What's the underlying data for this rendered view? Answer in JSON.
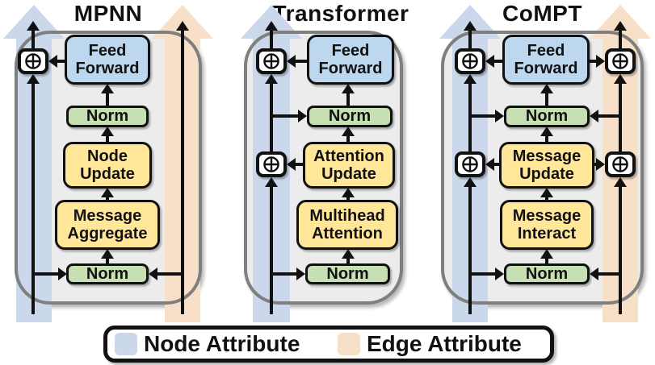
{
  "columns": [
    {
      "title": "MPNN",
      "boxes": {
        "feed_forward": "Feed Forward",
        "norm_top": "Norm",
        "update": "Node Update",
        "core": "Message Aggregate",
        "norm_bottom": "Norm"
      },
      "bands": [
        "node",
        "edge"
      ],
      "residual_adds": 1
    },
    {
      "title": "Transformer",
      "boxes": {
        "feed_forward": "Feed Forward",
        "norm_top": "Norm",
        "update": "Attention Update",
        "core": "Multihead Attention",
        "norm_bottom": "Norm"
      },
      "bands": [
        "node"
      ],
      "residual_adds": 2
    },
    {
      "title": "CoMPT",
      "boxes": {
        "feed_forward": "Feed Forward",
        "norm_top": "Norm",
        "update": "Message Update",
        "core": "Message Interact",
        "norm_bottom": "Norm"
      },
      "bands": [
        "node",
        "edge"
      ],
      "residual_adds": 4
    }
  ],
  "legend": {
    "items": [
      {
        "label": "Node Attribute",
        "color": "#CBD7EB"
      },
      {
        "label": "Edge Attribute",
        "color": "#F8DFC8"
      }
    ]
  },
  "icons": {
    "residual_add": "circled-plus"
  },
  "colors": {
    "node_attribute_band": "#CBD7EB",
    "edge_attribute_band": "#F8DFC8",
    "box_blue": "#BDD7EE",
    "box_green": "#C6E0B4",
    "box_yellow": "#FFE699",
    "panel_fill": "#ECECEC",
    "panel_border": "#7F7F7F",
    "outline": "#111111"
  }
}
